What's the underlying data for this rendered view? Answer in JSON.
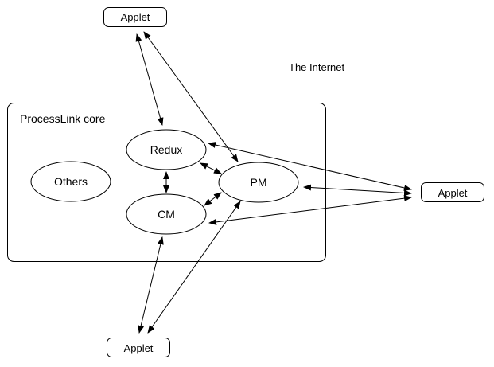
{
  "diagram": {
    "region_label": "The Internet",
    "core": {
      "label": "ProcessLink core"
    },
    "nodes": {
      "redux": {
        "label": "Redux"
      },
      "cm": {
        "label": "CM"
      },
      "pm": {
        "label": "PM"
      },
      "others": {
        "label": "Others"
      },
      "applet_top": {
        "label": "Applet"
      },
      "applet_right": {
        "label": "Applet"
      },
      "applet_bottom": {
        "label": "Applet"
      }
    },
    "edges": [
      {
        "from": "applet_top",
        "to": "redux",
        "direction": "both"
      },
      {
        "from": "applet_top",
        "to": "pm",
        "direction": "both"
      },
      {
        "from": "redux",
        "to": "cm",
        "direction": "both"
      },
      {
        "from": "redux",
        "to": "pm",
        "direction": "both"
      },
      {
        "from": "cm",
        "to": "pm",
        "direction": "both"
      },
      {
        "from": "applet_right",
        "to": "redux",
        "direction": "both"
      },
      {
        "from": "applet_right",
        "to": "pm",
        "direction": "both"
      },
      {
        "from": "applet_right",
        "to": "cm",
        "direction": "both"
      },
      {
        "from": "applet_bottom",
        "to": "cm",
        "direction": "both"
      },
      {
        "from": "applet_bottom",
        "to": "pm",
        "direction": "both"
      }
    ]
  }
}
